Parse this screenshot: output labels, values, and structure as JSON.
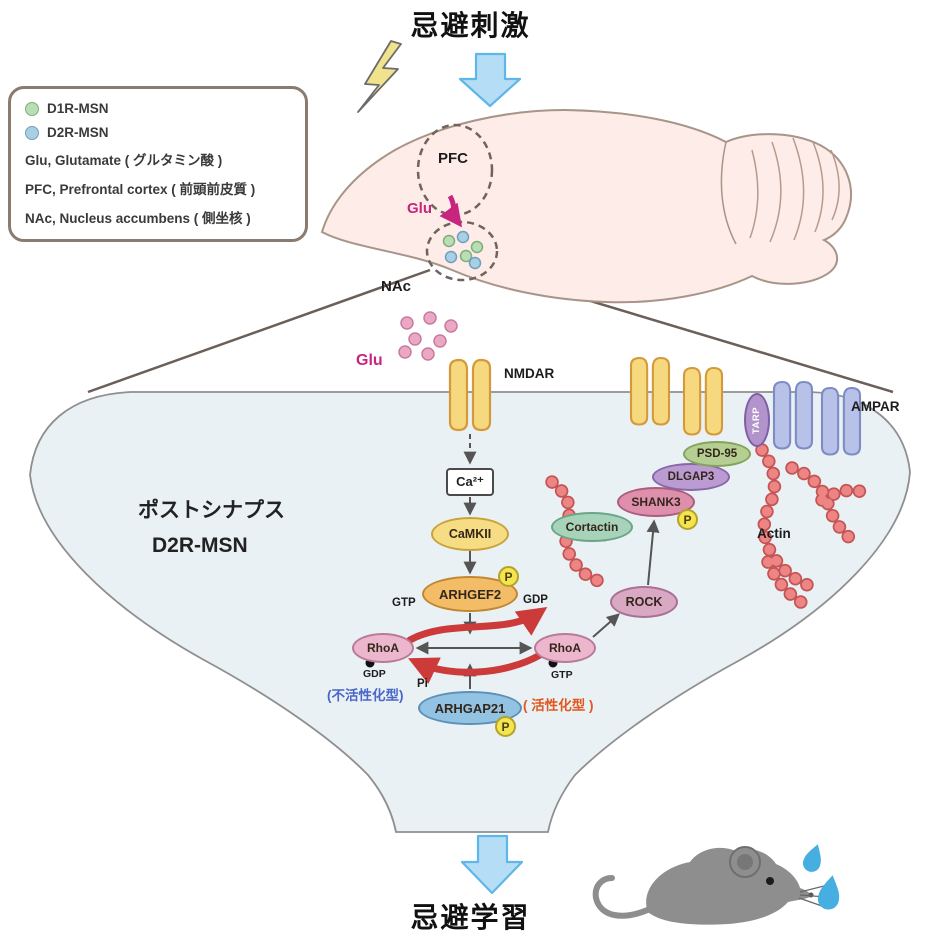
{
  "header": {
    "title": "忌避刺激"
  },
  "footer": {
    "title": "忌避学習"
  },
  "legend": {
    "d1r": "D1R-MSN",
    "d2r": "D2R-MSN",
    "glu": "Glu, Glutamate ( グルタミン酸 )",
    "pfc": "PFC, Prefrontal cortex ( 前頭前皮質 )",
    "nac": "NAc, Nucleus accumbens ( 側坐核 )",
    "d1r_color": "#b9ddb4",
    "d2r_color": "#a9cfe5"
  },
  "brain": {
    "pfc": "PFC",
    "glu": "Glu",
    "nac": "NAc"
  },
  "spine": {
    "glu": "Glu",
    "nmdar": "NMDAR",
    "ampar": "AMPAR",
    "tarp": "TARP",
    "actin": "Actin",
    "compartment1": "ポストシナプス",
    "compartment2": "D2R-MSN"
  },
  "nodes": {
    "ca": "Ca²⁺",
    "camkii": "CaMKII",
    "arhgef2": "ARHGEF2",
    "rhoa": "RhoA",
    "arhgap21": "ARHGAP21",
    "rock": "ROCK",
    "shank3": "SHANK3",
    "cortactin": "Cortactin",
    "dlgap3": "DLGAP3",
    "psd95": "PSD-95",
    "phospho": "P"
  },
  "labels": {
    "gtp_in": "GTP",
    "gdp_out": "GDP",
    "gdp_state": "GDP",
    "gtp_state": "GTP",
    "pi": "Pi",
    "inactive": "(不活性化型)",
    "active": "( 活性化型 )"
  },
  "colors": {
    "magenta": "#c8267e",
    "arrow_blue_fill": "#b5ddf5",
    "arrow_blue_stroke": "#5fb6e8",
    "red_arrow": "#cc3a3a",
    "inactive_text": "#4a66c8",
    "active_text": "#e2571e",
    "actin_bead": "#ee8585",
    "spine_fill": "#e9f1f4",
    "brain_fill": "#fdece8"
  }
}
